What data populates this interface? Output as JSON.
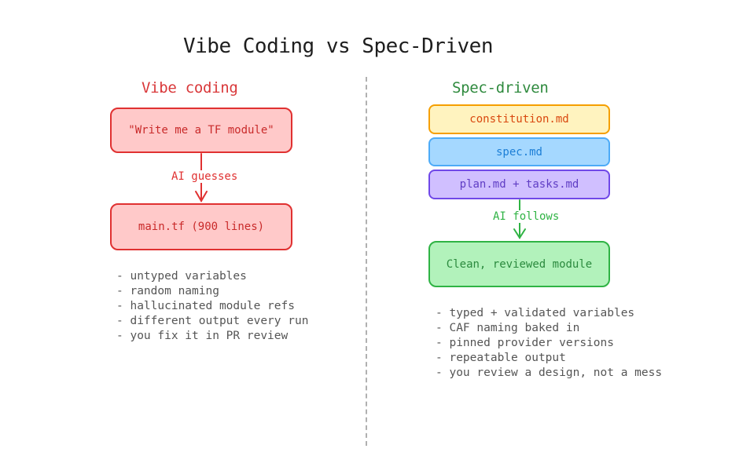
{
  "title": "Vibe Coding vs Spec-Driven",
  "vibe": {
    "heading": "Vibe coding",
    "prompt_box": "\"Write me a TF module\"",
    "edge_label": "AI guesses",
    "result_box": "main.tf (900 lines)",
    "bullets": [
      "- untyped variables",
      "- random naming",
      "- hallucinated module refs",
      "- different output every run",
      "- you fix it in PR review"
    ]
  },
  "spec": {
    "heading": "Spec-driven",
    "doc_boxes": [
      "constitution.md",
      "spec.md",
      "plan.md + tasks.md"
    ],
    "edge_label": "AI follows",
    "result_box": "Clean, reviewed module",
    "bullets": [
      "- typed + validated variables",
      "- CAF naming baked in",
      "- pinned provider versions",
      "- repeatable output",
      "- you review a design, not a mess"
    ]
  },
  "colors": {
    "vibe_accent": "#e03131",
    "spec_accent": "#2fb344",
    "yellow_box": "#fff3bf",
    "blue_box": "#a5d8ff",
    "purple_box": "#d0bfff"
  }
}
